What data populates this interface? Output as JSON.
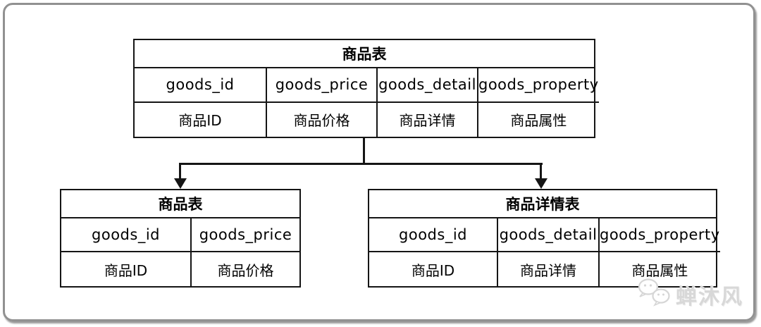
{
  "tables": [
    {
      "id": "top",
      "title": "商品表",
      "columns": [
        {
          "name": "goods_id",
          "label": "商品ID"
        },
        {
          "name": "goods_price",
          "label": "商品价格"
        },
        {
          "name": "goods_detail",
          "label": "商品详情"
        },
        {
          "name": "goods_property",
          "label": "商品属性"
        }
      ]
    },
    {
      "id": "bottom-left",
      "title": "商品表",
      "columns": [
        {
          "name": "goods_id",
          "label": "商品ID"
        },
        {
          "name": "goods_price",
          "label": "商品价格"
        }
      ]
    },
    {
      "id": "bottom-right",
      "title": "商品详情表",
      "columns": [
        {
          "name": "goods_id",
          "label": "商品ID"
        },
        {
          "name": "goods_detail",
          "label": "商品详情"
        },
        {
          "name": "goods_property",
          "label": "商品属性"
        }
      ]
    }
  ],
  "connector": {
    "type": "split-arrows",
    "from": "top",
    "to": [
      "bottom-left",
      "bottom-right"
    ]
  },
  "watermark": {
    "text": "蝉沐风",
    "icon": "wechat-icon"
  },
  "colors": {
    "background": "#ffffff",
    "table_border": "#151515",
    "text": "#000000",
    "frame_border": "#919191",
    "watermark": "#d8d8d8"
  }
}
